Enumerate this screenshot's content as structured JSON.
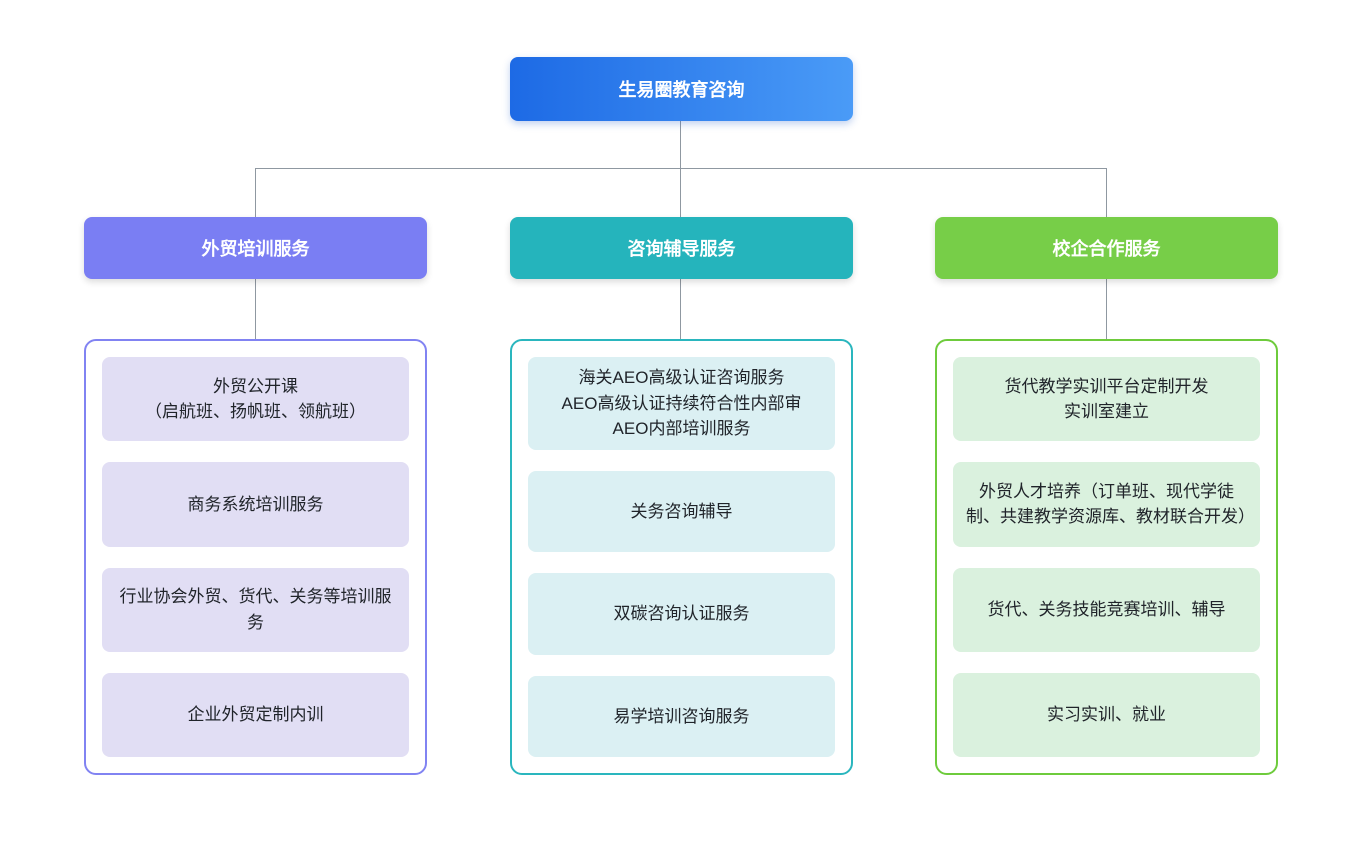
{
  "diagram": {
    "title": "生易圈教育咨询",
    "connector_color": "#8f98a1",
    "root": {
      "label": "生易圈教育咨询",
      "gradient_start": "#1d6ae5",
      "gradient_end": "#4a9bf7",
      "text_color": "#ffffff"
    },
    "branches": [
      {
        "label": "外贸培训服务",
        "header_color": "#7a7ef3",
        "border_color": "#8183f2",
        "item_bg": "#e1def4",
        "items": [
          "外贸公开课\n（启航班、扬帆班、领航班）",
          "商务系统培训服务",
          "行业协会外贸、货代、关务等培训服务",
          "企业外贸定制内训"
        ]
      },
      {
        "label": "咨询辅导服务",
        "header_color": "#25b4bc",
        "border_color": "#2ab6be",
        "item_bg": "#dbf0f3",
        "items": [
          "海关AEO高级认证咨询服务\nAEO高级认证持续符合性内部审\nAEO内部培训服务",
          "关务咨询辅导",
          "双碳咨询认证服务",
          "易学培训咨询服务"
        ]
      },
      {
        "label": "校企合作服务",
        "header_color": "#77ce48",
        "border_color": "#6ecb3c",
        "item_bg": "#daf1de",
        "items": [
          "货代教学实训平台定制开发\n实训室建立",
          "外贸人才培养（订单班、现代学徒制、共建教学资源库、教材联合开发）",
          "货代、关务技能竞赛培训、辅导",
          "实习实训、就业"
        ]
      }
    ]
  }
}
